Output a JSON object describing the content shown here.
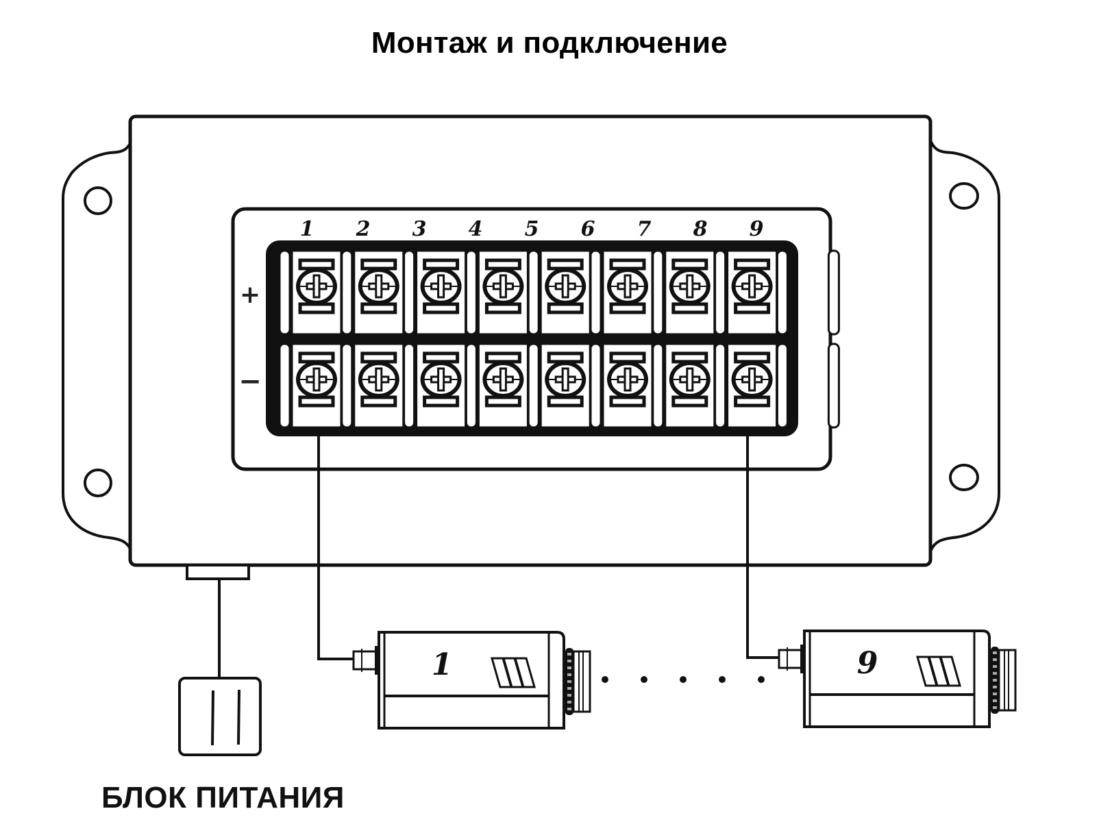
{
  "title": "Монтаж и подключение",
  "power_supply": {
    "label": "БЛОК ПИТАНИЯ",
    "icon": "plug-icon"
  },
  "terminal_block": {
    "channels": [
      "1",
      "2",
      "3",
      "4",
      "5",
      "6",
      "7",
      "8",
      "9"
    ],
    "polarity": {
      "positive": "+",
      "negative": "−"
    },
    "screw_icon": "phillips-screw-icon"
  },
  "cameras": [
    {
      "label": "1",
      "connected_channel": "1"
    },
    {
      "label": "9",
      "connected_channel": "9"
    }
  ],
  "ellipsis_dots": 5,
  "colors": {
    "line": "#111111",
    "background": "#ffffff",
    "fill_light": "#ffffff"
  }
}
